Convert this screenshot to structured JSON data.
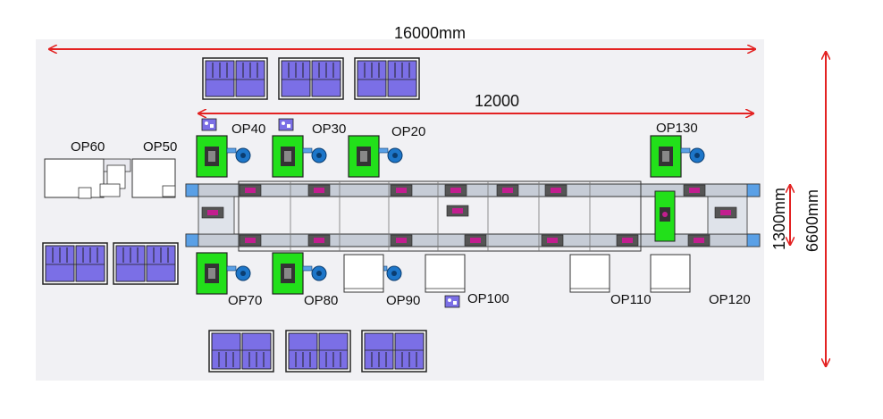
{
  "dimensions": {
    "total_length": "16000mm",
    "line_length": "12000",
    "line_width": "1300mm",
    "total_width": "6600mm"
  },
  "stations": {
    "op60": "OP60",
    "op50": "OP50",
    "op40": "OP40",
    "op30": "OP30",
    "op20": "OP20",
    "op130": "OP130",
    "op70": "OP70",
    "op80": "OP80",
    "op90": "OP90",
    "op100": "OP100",
    "op110": "OP110",
    "op120": "OP120"
  },
  "colors": {
    "dimension_arrow": "#e32222",
    "fixture_green": "#22e01a",
    "rack_blue": "#7b6fe6",
    "conveyor_blue": "#5aa0e6",
    "robot_blue": "#1d76c9"
  }
}
